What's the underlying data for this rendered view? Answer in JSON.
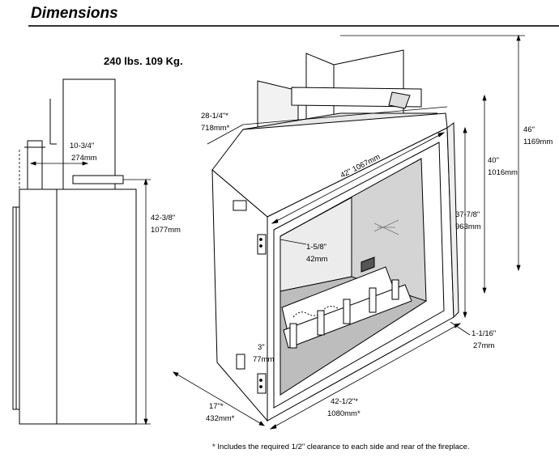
{
  "header": {
    "title": "Dimensions"
  },
  "weight": "240 lbs. 109 Kg.",
  "dimensions": {
    "vent_offset": {
      "imperial": "10-3/4\"",
      "metric": "274mm"
    },
    "side_height": {
      "imperial": "42-3/8\"",
      "metric": "1077mm"
    },
    "depth_top": {
      "imperial": "28-1/4\"*",
      "metric": "718mm*"
    },
    "opening_width": {
      "imperial": "42\" 1067mm"
    },
    "overall_height": {
      "imperial": "46\"",
      "metric": "1169mm"
    },
    "frame_height": {
      "imperial": "40\"",
      "metric": "1016mm"
    },
    "opening_height": {
      "imperial": "37-7/8\"",
      "metric": "963mm"
    },
    "side_trim": {
      "imperial": "1-5/8\"",
      "metric": "42mm"
    },
    "hearth_offset": {
      "imperial": "1-1/16\"",
      "metric": "27mm"
    },
    "base_height": {
      "imperial": "3\"",
      "metric": "77mm"
    },
    "depth_bottom": {
      "imperial": "17\"*",
      "metric": "432mm*"
    },
    "front_width": {
      "imperial": "42-1/2\"*",
      "metric": "1080mm*"
    }
  },
  "footnote": "* Includes the required 1/2\" clearance to each side and rear of the fireplace."
}
